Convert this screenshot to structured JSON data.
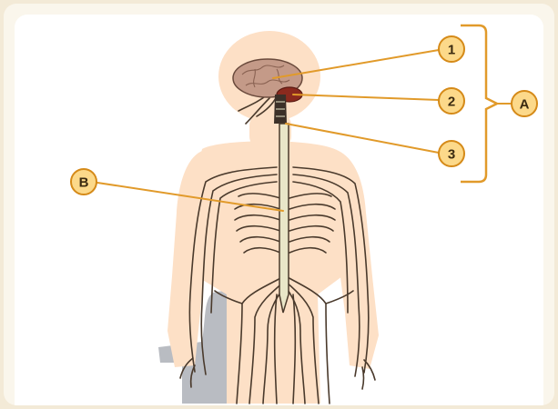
{
  "figure": {
    "labels": {
      "brain_cerebrum": "1",
      "brain_cerebellum": "2",
      "brain_stem": "3",
      "central_group": "A",
      "spinal_cord": "B"
    }
  },
  "colors": {
    "badge_fill": "#fcd98a",
    "badge_stroke": "#d58a18",
    "leader_line": "#e19a2a",
    "body_glow": "#fde0c6",
    "nerves": "#4a3a2c",
    "brain": "#c49a88",
    "cerebellum": "#8b2a1e",
    "spinal_cord": "#e9e6c8",
    "shadow": "#b9bcc2"
  }
}
